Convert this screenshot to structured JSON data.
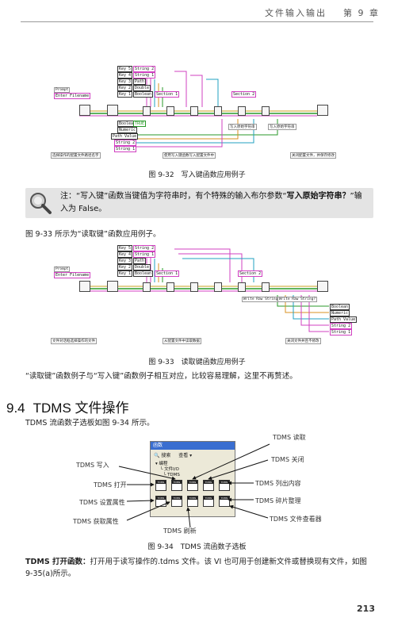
{
  "header": {
    "chapter_title": "文件输入输出",
    "chapter_label": "第 9 章"
  },
  "fig32": {
    "caption": "图 9-32　写入键函数应用例子",
    "prompt_label": "Prompt",
    "prompt_value": "Enter Filename",
    "keys": [
      "Key 5",
      "Key 4",
      "Key 3",
      "Key 2",
      "Key 1"
    ],
    "strings": [
      "String 2",
      "String 1",
      "Path",
      "Double",
      "Boolean"
    ],
    "section1": "Section 1",
    "section2": "Section 2",
    "left_consts": [
      "Boolean",
      "Numeric",
      "Path Value",
      "String 2",
      "String 1"
    ],
    "bool_const": "TRUE",
    "write_raw_1": "写入原始字符串",
    "write_raw_2": "写入原始字符串",
    "bottom_labels": [
      "选择操作的配置文件路径名字",
      "使用写入键函数写入配置文件中",
      "关闭配置文件，并保存修改"
    ]
  },
  "note": {
    "prefix": "注：“写入键”函数当键值为字符串时，有个特殊的输入布尔参数“",
    "bold": "写入原始字符串？",
    "suffix": "”输入为 False。"
  },
  "para_fig33_intro": "图 9-33 所示为“读取键”函数应用例子。",
  "fig33": {
    "caption": "图 9-33　读取键函数应用例子",
    "prompt_label": "Prompt",
    "prompt_value": "Enter Filename",
    "keys": [
      "Key 5",
      "Key 4",
      "Key 3",
      "Key 2",
      "Key 1"
    ],
    "strings": [
      "String 2",
      "String 1",
      "Path",
      "Double",
      "Boolean"
    ],
    "section1": "Section 1",
    "section2": "Section 2",
    "write_raw_1": "Write Raw String?",
    "write_raw_2": "Write Raw String?",
    "right_outputs": [
      "Boolean",
      "Numeric",
      "Path Value",
      "String 2",
      "String 1"
    ],
    "bottom_labels": [
      "文件对话框选择操作的文件",
      "从配置文件中读取数据",
      "关闭文件并且不修改"
    ]
  },
  "para_compare": "“读取键”函数例子与“写入键”函数例子相互对应，比较容易理解，这里不再赘述。",
  "section": {
    "number": "9.4",
    "title": "TDMS 文件操作"
  },
  "para_tdms_intro": "TDMS 流函数子选板如图 9-34 所示。",
  "palette": {
    "window_title": "函数",
    "search_label": "搜索",
    "view_label": "查看",
    "tree_root": "编程",
    "tree_sub1": "文件I/O",
    "tree_sub2": "TDMS",
    "icon_row1": [
      "TDMS",
      "TDMS",
      "TDMS",
      "TDMS",
      "TDMS"
    ],
    "icon_row2": [
      "TDMS",
      "TDMS",
      "TDMS",
      "TDMS",
      "TDMS"
    ]
  },
  "callouts": {
    "read": "TDMS 读取",
    "write": "TDMS 写入",
    "close": "TDMS 关闭",
    "open": "TDMS 打开",
    "list": "TDMS 列出内容",
    "set_prop": "TDMS 设置属性",
    "defrag": "TDMS 碎片整理",
    "get_prop": "TDMS 获取属性",
    "viewer": "TDMS 文件查看器",
    "flush": "TDMS 刷新"
  },
  "fig34": {
    "caption": "图 9-34　TDMS 流函数子选板"
  },
  "para_open": {
    "bold": "TDMS 打开函数：",
    "text": "打开用于读写操作的.tdms 文件。该 VI 也可用于创建新文件或替换现有文件，如图 9-35(a)所示。"
  },
  "page_number": "213"
}
